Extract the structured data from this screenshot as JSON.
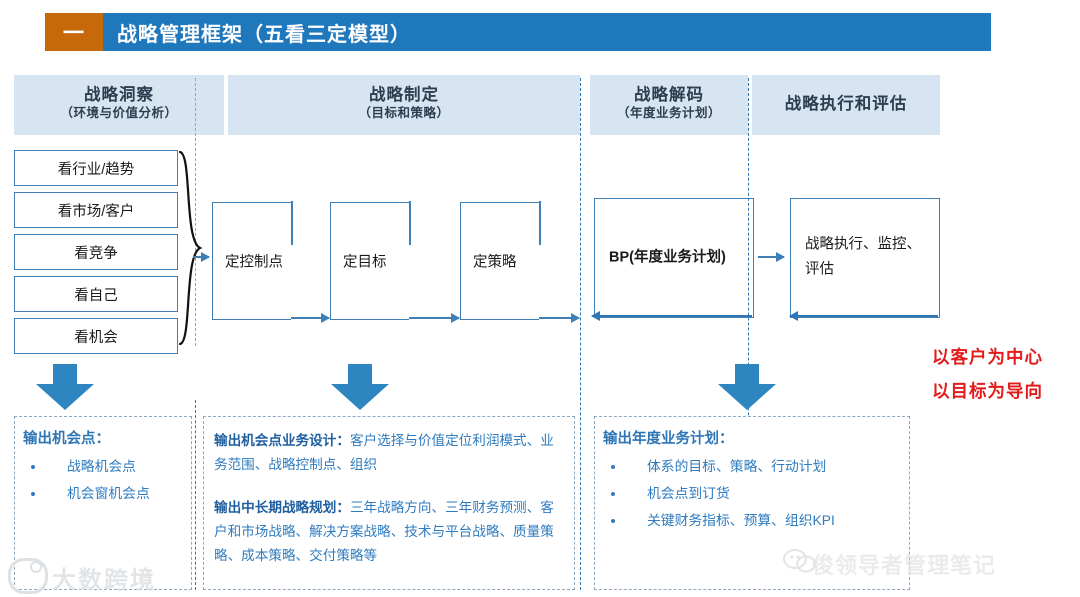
{
  "title": {
    "number": "一",
    "text": "战略管理框架（五看三定模型）",
    "bar_color": "#1F77BC",
    "number_color": "#C5690B"
  },
  "columns": [
    {
      "main": "战略洞察",
      "sub": "（环境与价值分析）"
    },
    {
      "main": "战略制定",
      "sub": "（目标和策略）"
    },
    {
      "main": "战略解码",
      "sub": "（年度业务计划）"
    },
    {
      "main": "战略执行和评估",
      "sub": ""
    }
  ],
  "five_views": [
    "看行业/趋势",
    "看市场/客户",
    "看竞争",
    "看自己",
    "看机会"
  ],
  "process_boxes": [
    "定控制点",
    "定目标",
    "定策略"
  ],
  "decode_box": "BP(年度业务计划)",
  "execution_box": "战略执行、监控、评估",
  "outputs": {
    "left": {
      "title": "输出机会点：",
      "bullets": [
        "战略机会点",
        "机会窗机会点"
      ]
    },
    "middle": {
      "para1_title": "输出机会点业务设计：",
      "para1_body": "客户选择与价值定位利润模式、业务范围、战略控制点、组织",
      "para2_title": "输出中长期战略规划：",
      "para2_body": "三年战略方向、三年财务预测、客户和市场战略、解决方案战略、技术与平台战略、质量策略、成本策略、交付策略等"
    },
    "right": {
      "title": "输出年度业务计划：",
      "bullets": [
        "体系的目标、策略、行动计划",
        "机会点到订货",
        "关键财务指标、预算、组织KPI"
      ]
    }
  },
  "slogans": [
    "以客户为中心",
    "以目标为导向"
  ],
  "slogan_color": "#E21B1B",
  "watermarks": {
    "left": "大数跨境",
    "right": "俊领导者管理笔记"
  }
}
